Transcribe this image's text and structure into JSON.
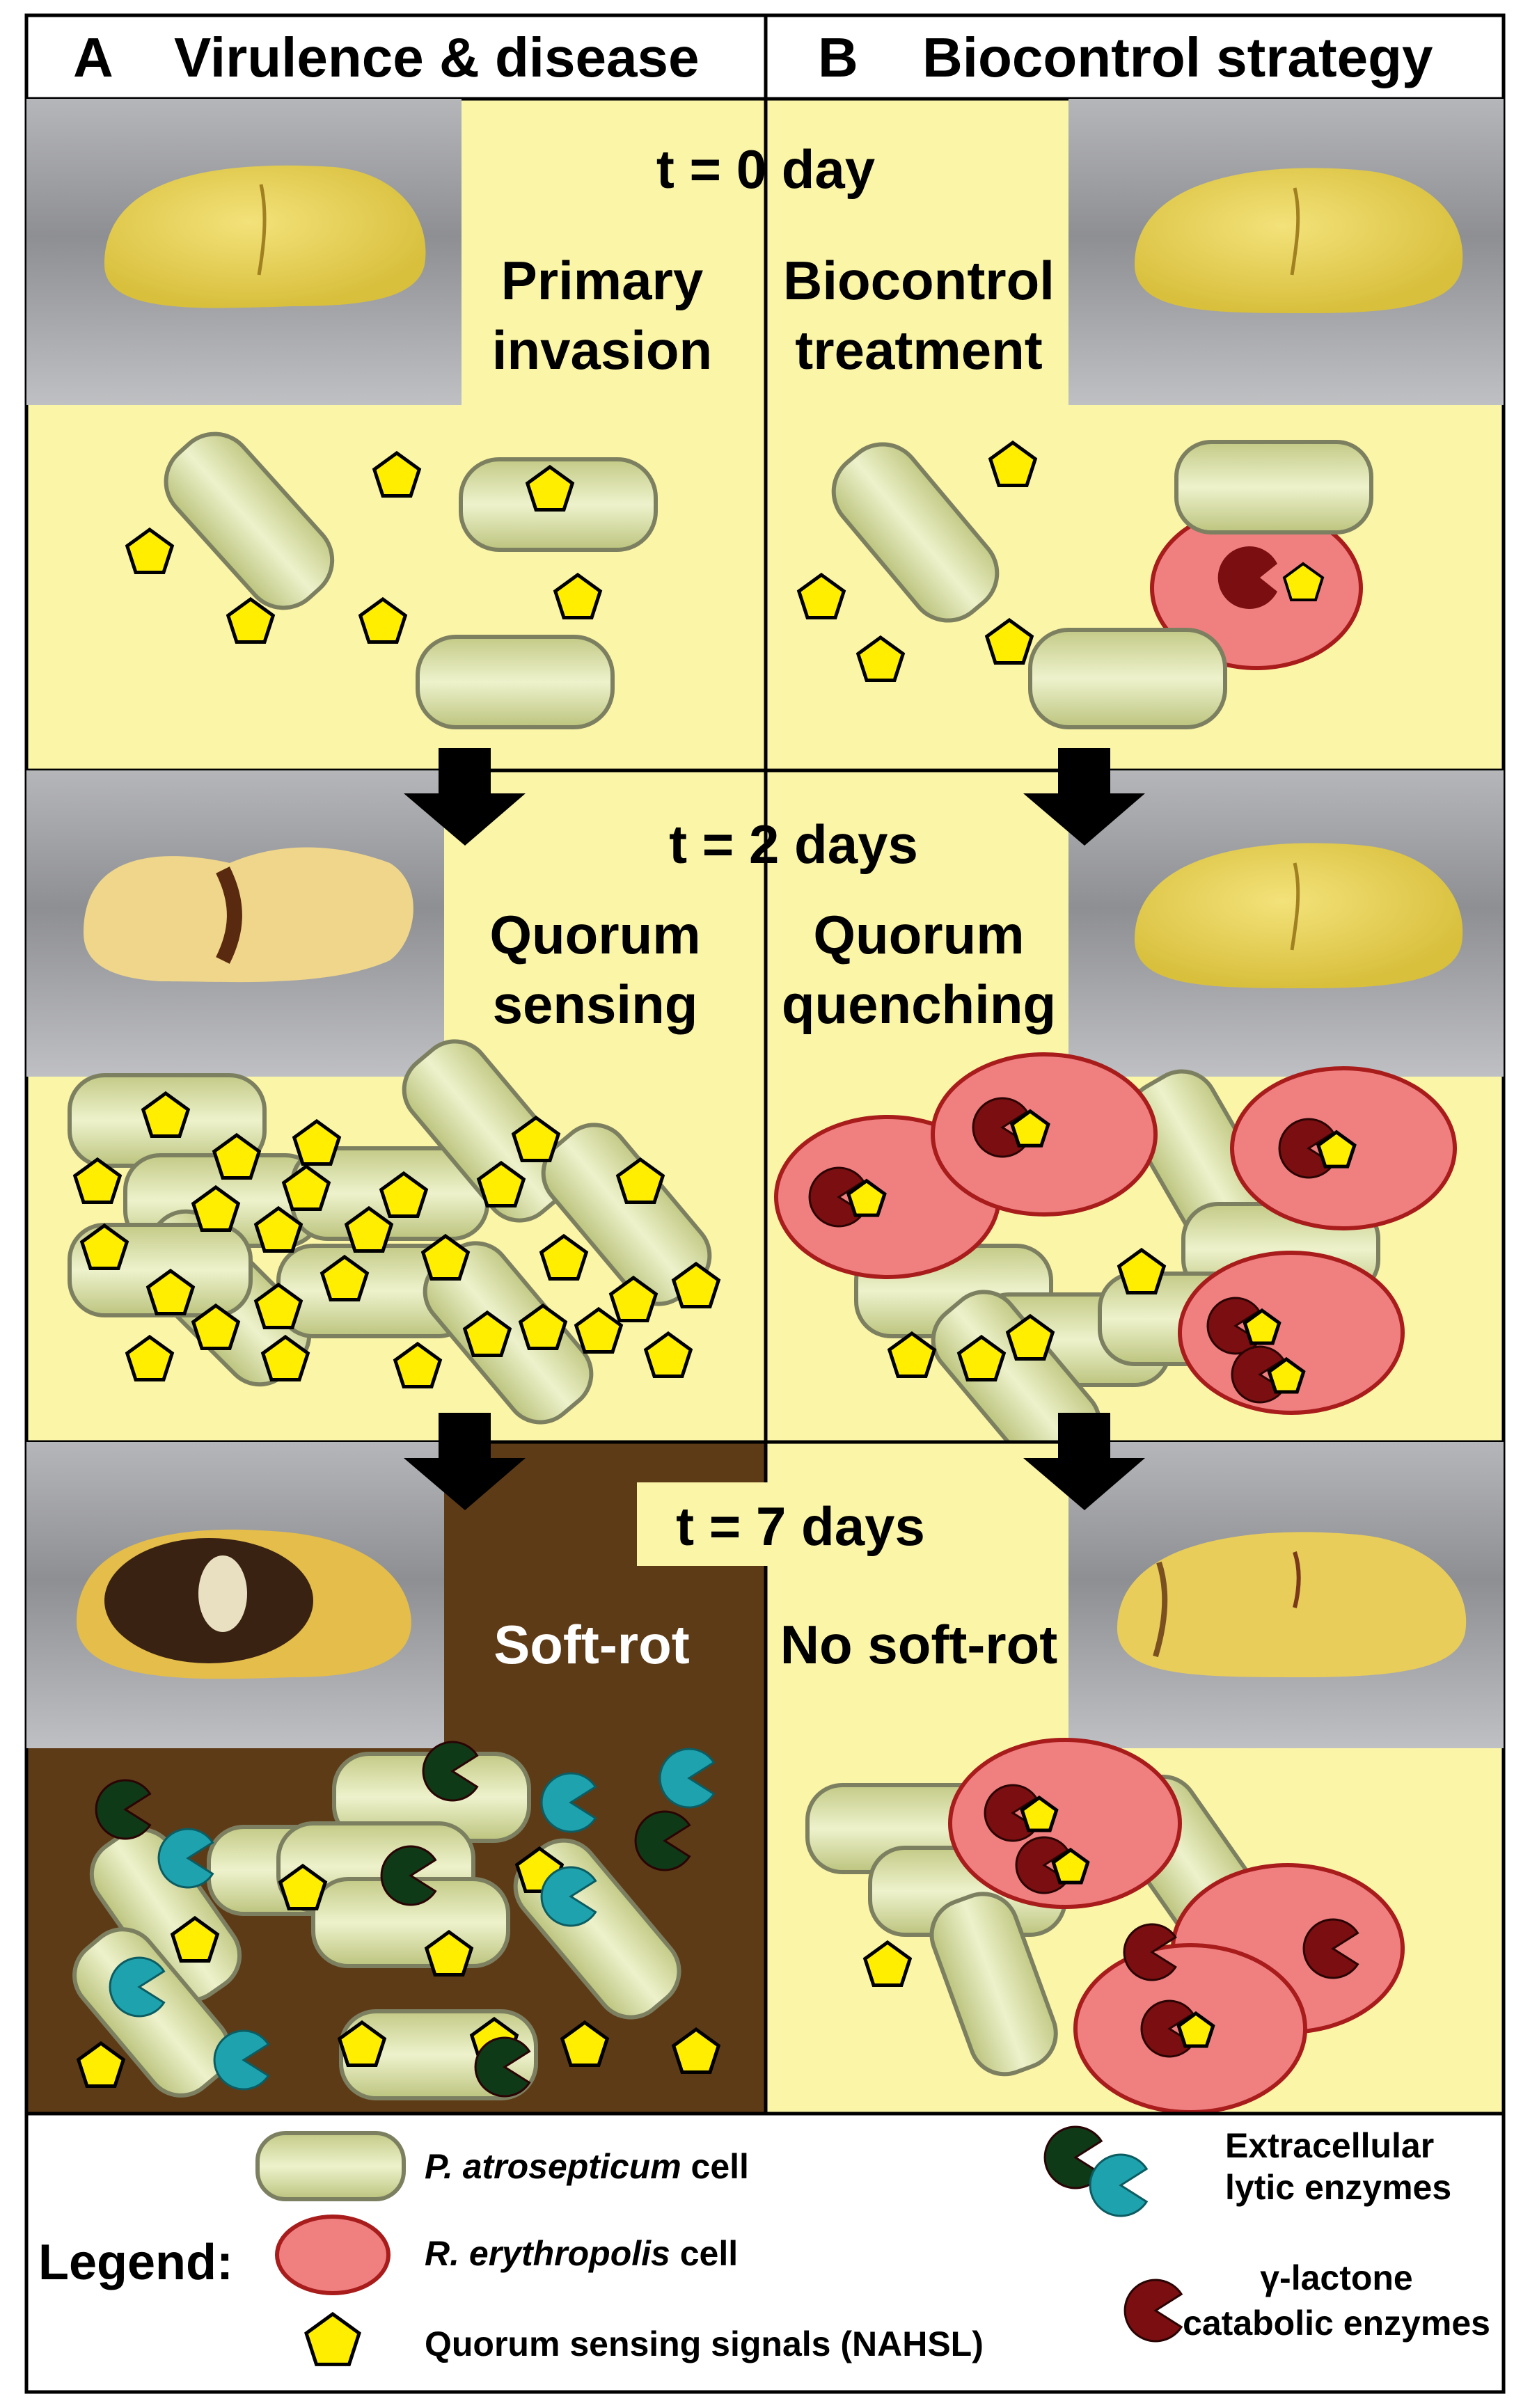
{
  "header": {
    "col_a_letter": "A",
    "col_a_title": "Virulence & disease",
    "col_b_letter": "B",
    "col_b_title": "Biocontrol strategy"
  },
  "rows": [
    {
      "time": "t = 0 day",
      "a_line1": "Primary",
      "a_line2": "invasion",
      "b_line1": "Biocontrol",
      "b_line2": "treatment"
    },
    {
      "time": "t = 2 days",
      "a_line1": "Quorum",
      "a_line2": "sensing",
      "b_line1": "Quorum",
      "b_line2": "quenching"
    },
    {
      "time": "t = 7 days",
      "a_line1": "Soft-rot",
      "b_line1": "No soft-rot"
    }
  ],
  "legend": {
    "title": "Legend:",
    "pa_species": "P. atrosepticum",
    "pa_suffix": " cell",
    "re_species": "R. erythropolis",
    "re_suffix": " cell",
    "signal": "Quorum sensing signals (NAHSL)",
    "lytic_line1": "Extracellular",
    "lytic_line2": "lytic enzymes",
    "lactone_line1": "γ-lactone",
    "lactone_line2": "catabolic enzymes"
  },
  "colors": {
    "panel_yellow": "#fbf5a8",
    "soft_rot_brown": "#5e3b17",
    "pa_cell_fill": "#d4dca0",
    "pa_cell_stroke": "#7d8060",
    "re_cell_fill": "#f08080",
    "re_cell_stroke": "#a81c1c",
    "signal_yellow": "#ffee00",
    "lytic_dark_green": "#0e3a18",
    "lytic_teal": "#1ea3ae",
    "lactone_maroon": "#7a0e10",
    "photo_gray": "#8c8d90",
    "potato_yellow": "#e8d35a"
  },
  "icons": {
    "down_arrow": "down-arrow-icon",
    "signal": "pentagon-signal-icon",
    "enzyme": "pacman-enzyme-icon"
  }
}
